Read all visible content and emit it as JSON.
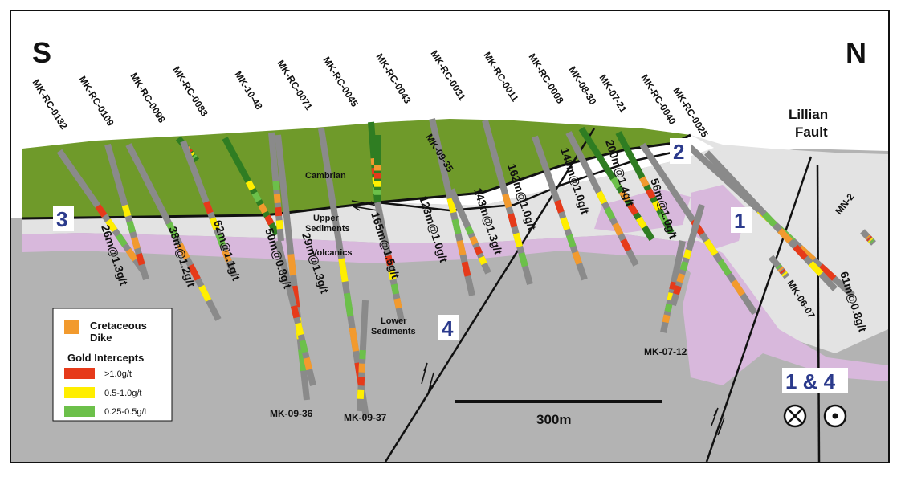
{
  "compass": {
    "south": "S",
    "north": "N"
  },
  "fault": {
    "line1": "Lillian",
    "line2": "Fault"
  },
  "units": {
    "cambrian": "Cambrian",
    "upper_sediments_1": "Upper",
    "upper_sediments_2": "Sediments",
    "volcanics": "Volcanics",
    "lower_sediments_1": "Lower",
    "lower_sediments_2": "Sediments"
  },
  "zones": {
    "z1": "1",
    "z2": "2",
    "z3": "3",
    "z4": "4",
    "z14": "1 & 4"
  },
  "scale_bar": "300m",
  "legend": {
    "dike_1": "Cretaceous",
    "dike_2": "Dike",
    "title": "Gold Intercepts",
    "high": ">1.0g/t",
    "mid": "0.5-1.0g/t",
    "low": "0.25-0.5g/t"
  },
  "holes": {
    "h0132": "MK-RC-0132",
    "h0109": "MK-RC-0109",
    "h0098": "MK-RC-0098",
    "h0083": "MK-RC-0083",
    "h1048": "MK-10-48",
    "h0071": "MK-RC-0071",
    "h0045": "MK-RC-0045",
    "h0043": "MK-RC-0043",
    "h0031": "MK-RC-0031",
    "h0011": "MK-RC-0011",
    "h0008": "MK-RC-0008",
    "h0830": "MK-08-30",
    "h0721": "MK-07-21",
    "h0040": "MK-RC-0040",
    "h0025": "MK-RC-0025",
    "h0935": "MK-09-35",
    "h0936": "MK-09-36",
    "h0937": "MK-09-37",
    "h0712": "MK-07-12",
    "h0607": "MK-06-07",
    "hmn2": "MN-2"
  },
  "intercepts": {
    "i1": "26m@1.3g/t",
    "i2": "38m@1.2g/t",
    "i3": "62m@1.1g/t",
    "i4": "50m@0.8g/t",
    "i5": "29m@1.3g/t",
    "i6": "165m@1.5g/t",
    "i7": "123m@1.0g/t",
    "i8": "143m@1.3g/t",
    "i9": "162m@1.0g/t",
    "i10": "140m@1.0g/t",
    "i11": "200m@1.4g/t",
    "i12": "56m@1.0g/t",
    "i13": "61m@0.8g/t"
  },
  "colors": {
    "cambrian": "#6f9a2a",
    "upper_sediments": "#e3e3e3",
    "volcanics": "#d8b8dc",
    "lower_sediments": "#b3b3b3",
    "dike": "#f29a2e",
    "high": "#e63a1a",
    "mid": "#ffee00",
    "low": "#6cc04a",
    "hole": "#2f7d22",
    "label_blue": "#2b3a8c"
  }
}
